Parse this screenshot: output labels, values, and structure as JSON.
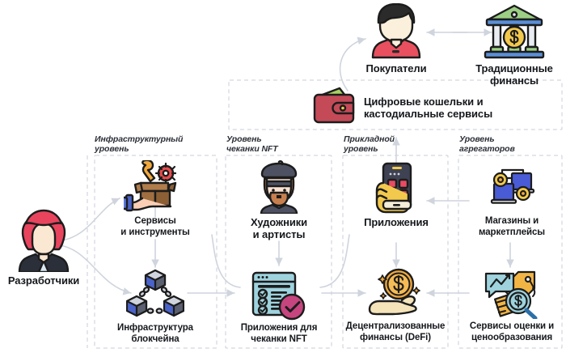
{
  "diagram": {
    "title_present": false,
    "layer_labels": [
      {
        "id": "infrastructure",
        "text": "Инфраструктурный\nуровень"
      },
      {
        "id": "nft-minting",
        "text": "Уровень\nчеканки NFT"
      },
      {
        "id": "application",
        "text": "Прикладной\nуровень"
      },
      {
        "id": "aggregators",
        "text": "Уровень\nагрегаторов"
      }
    ],
    "nodes": [
      {
        "id": "developers",
        "label": "Разработчики",
        "icon": "woman-developer-avatar-icon"
      },
      {
        "id": "buyers",
        "label": "Покупатели",
        "icon": "man-buyer-avatar-icon"
      },
      {
        "id": "traditional-finance",
        "label": "Традиционные\nфинансы",
        "icon": "bank-building-icon"
      },
      {
        "id": "digital-wallets",
        "label": "Цифровые кошельки и\nкастодиальные сервисы",
        "icon": "wallet-icon"
      },
      {
        "id": "services-tools",
        "label": "Сервисы\nи инструменты",
        "icon": "hand-holding-open-box-tools-icon"
      },
      {
        "id": "blockchain-infrastructure",
        "label": "Инфраструктура\nблокчейна",
        "icon": "blockchain-cubes-icon"
      },
      {
        "id": "artists",
        "label": "Художники\nи артисты",
        "icon": "bearded-artist-beret-icon"
      },
      {
        "id": "nft-minting-apps",
        "label": "Приложения для\nчеканки NFT",
        "icon": "checklist-window-check-icon"
      },
      {
        "id": "applications",
        "label": "Приложения",
        "icon": "hand-holding-smartphone-icon"
      },
      {
        "id": "defi",
        "label": "Децентрализованные\nфинансы (DeFi)",
        "icon": "hand-holding-dollar-coin-icon"
      },
      {
        "id": "marketplaces",
        "label": "Магазины и\nмаркетплейсы",
        "icon": "shops-exchange-coins-icon"
      },
      {
        "id": "pricing-services",
        "label": "Сервисы оценки и\nценообразования",
        "icon": "chart-tag-magnifier-dollar-icon"
      }
    ],
    "colors": {
      "line": "#cfd4dd",
      "dashed_box": "#c9ced8",
      "text": "#15181c",
      "accent_red": "#c94a57",
      "accent_blue": "#4a5bd6",
      "accent_yellow": "#f0b43f",
      "accent_teal": "#8fcdd8"
    }
  }
}
